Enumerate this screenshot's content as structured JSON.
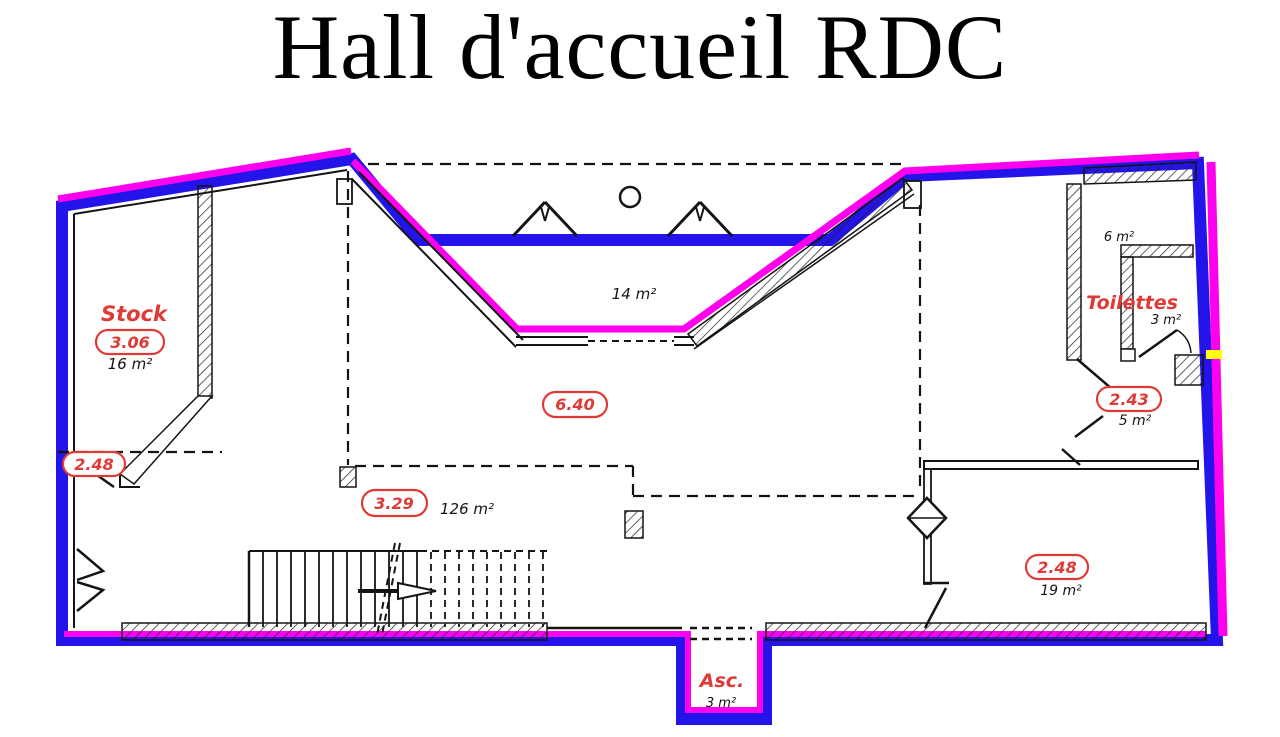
{
  "title": "Hall d'accueil RDC",
  "colors": {
    "perimeter_blue": "#2314ea",
    "facade_magenta": "#ff00ee",
    "label_red": "#df3a36",
    "marker_yellow": "#ffff00"
  },
  "plan": {
    "stock": {
      "name": "Stock",
      "ceiling_height": "3.06",
      "area": "16 m²"
    },
    "porch": {
      "area": "14 m²"
    },
    "hall": {
      "front_height": "6.40",
      "ceiling_height": "3.29",
      "area": "126 m²",
      "left_door_height": "2.48"
    },
    "toilettes": {
      "name": "Toilettes",
      "upper_area": "6 m²",
      "wc_area": "3 m²",
      "ceiling_height": "2.43",
      "area": "5 m²"
    },
    "right_room": {
      "ceiling_height": "2.48",
      "area": "19 m²"
    },
    "elevator": {
      "name": "Asc.",
      "area": "3 m²"
    }
  }
}
